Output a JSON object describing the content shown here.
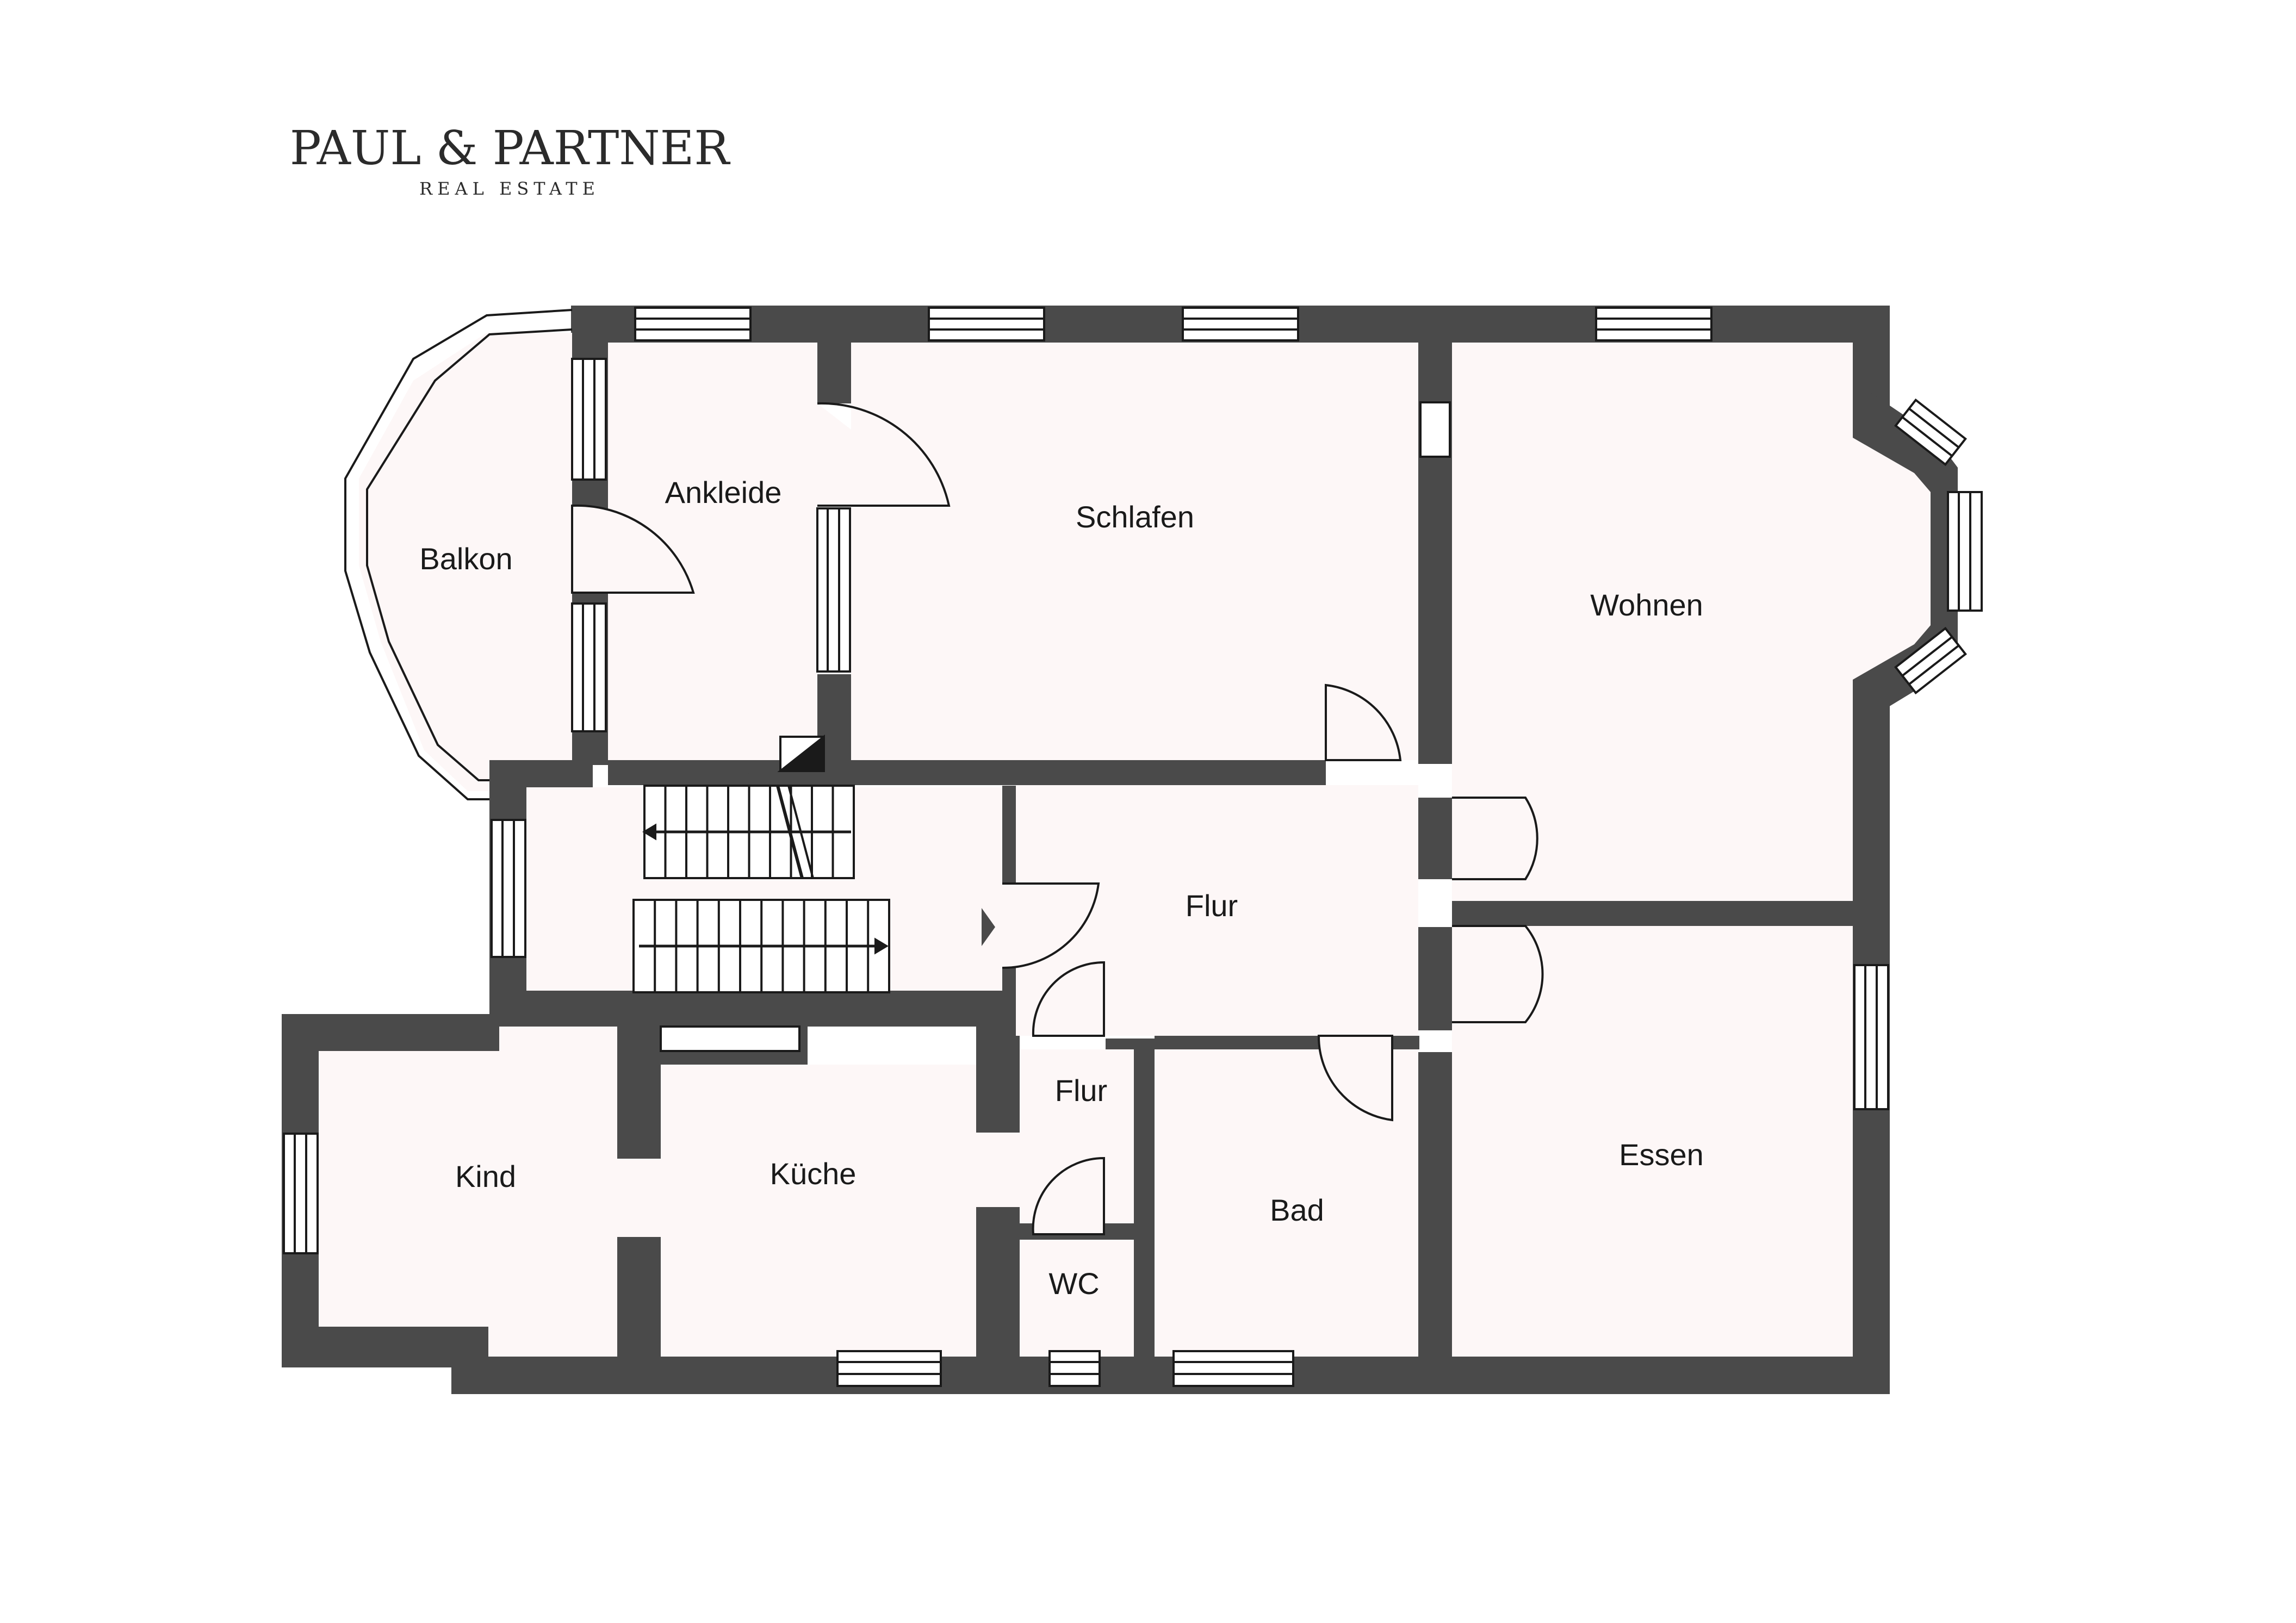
{
  "brand": {
    "name": "PAUL & PARTNER",
    "tagline": "REAL ESTATE"
  },
  "colors": {
    "wall": "#4a4a4a",
    "floor": "#fdf7f7",
    "line": "#1a1a1a",
    "background": "#ffffff"
  },
  "rooms": {
    "balkon": "Balkon",
    "ankleide": "Ankleide",
    "schlafen": "Schlafen",
    "wohnen": "Wohnen",
    "flur": "Flur",
    "flur_small": "Flur",
    "essen": "Essen",
    "kind": "Kind",
    "kueche": "Küche",
    "bad": "Bad",
    "wc": "WC"
  }
}
